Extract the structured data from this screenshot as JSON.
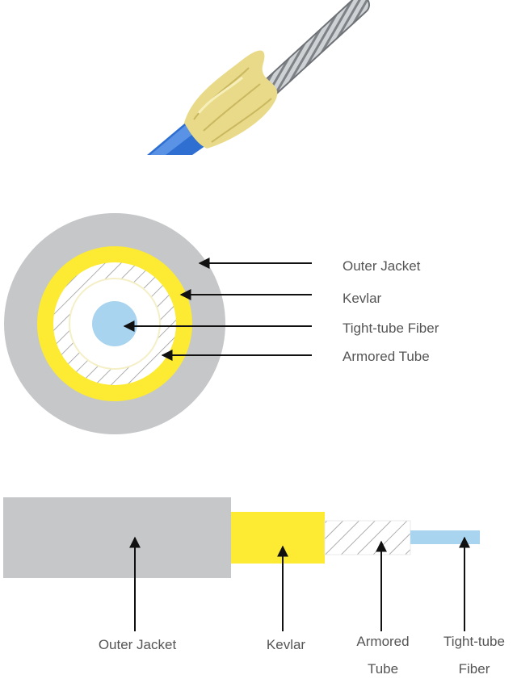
{
  "colors": {
    "outer_jacket": "#c6c7c9",
    "kevlar": "#fcea33",
    "armored_tube_fill": "#ffffff",
    "armored_tube_hatch": "#9a9a9a",
    "tight_tube_fiber": "#a9d4ef",
    "cable_blue": "#2f6fd1",
    "cable_yellow": "#e9da8a",
    "steel": "#b9bcbf",
    "label_text": "#555555",
    "arrow": "#111111"
  },
  "cross_section": {
    "labels": {
      "outer_jacket": "Outer Jacket",
      "kevlar": "Kevlar",
      "tight_tube_fiber": "Tight-tube Fiber",
      "armored_tube": "Armored Tube"
    }
  },
  "side_view": {
    "labels": {
      "outer_jacket": "Outer Jacket",
      "kevlar": "Kevlar",
      "armored_tube": [
        "Armored",
        "Tube"
      ],
      "tight_tube_fiber": [
        "Tight-tube",
        "Fiber"
      ]
    }
  },
  "icons": {
    "photo": "armored-fiber-cable-photo-icon",
    "arrow": "arrow-icon"
  }
}
